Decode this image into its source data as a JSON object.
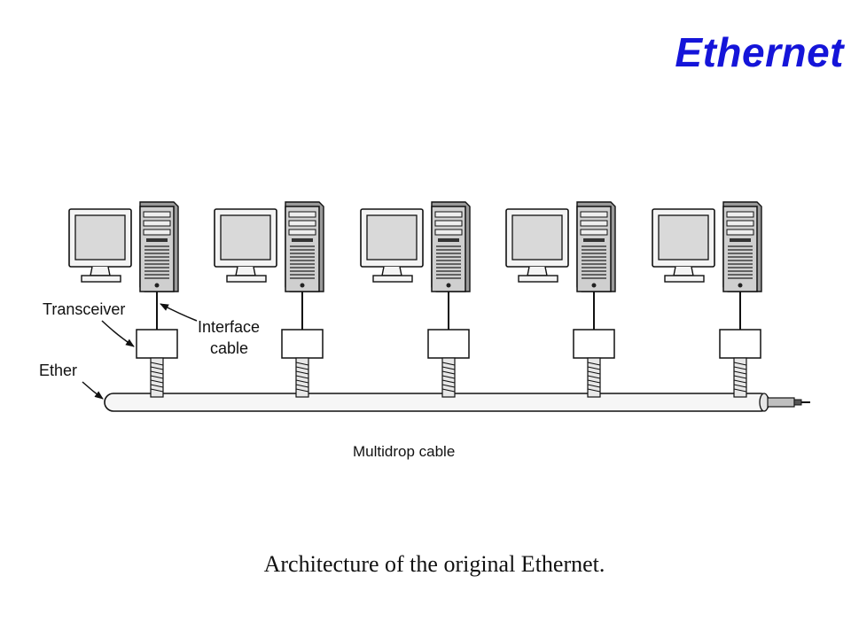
{
  "title": "Ethernet",
  "labels": {
    "transceiver": "Transceiver",
    "interface_line1": "Interface",
    "interface_line2": "cable",
    "ether": "Ether",
    "multidrop": "Multidrop cable"
  },
  "caption": "Architecture of the original Ethernet.",
  "stations_count": 5,
  "colors": {
    "title": "#1515d9",
    "line": "#111111",
    "screen": "#dcdcdc",
    "bezel": "#f4f4f4"
  }
}
